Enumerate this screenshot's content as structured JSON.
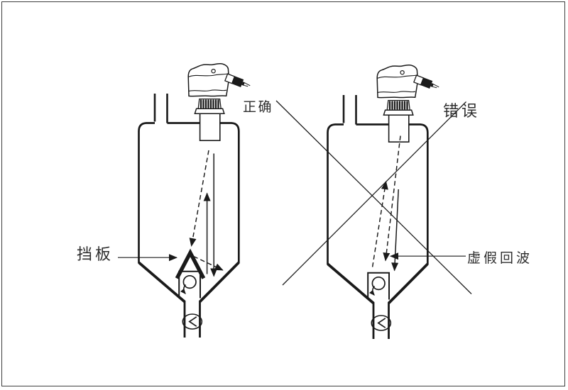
{
  "diagram": {
    "correct_label": "正确",
    "wrong_label": "错误",
    "baffle_label": "挡板",
    "false_echo_label": "虚假回波"
  },
  "colors": {
    "line": "#1a1a1a",
    "text": "#2e2e2e",
    "border": "#3f3f3f",
    "bg": "#ffffff"
  }
}
